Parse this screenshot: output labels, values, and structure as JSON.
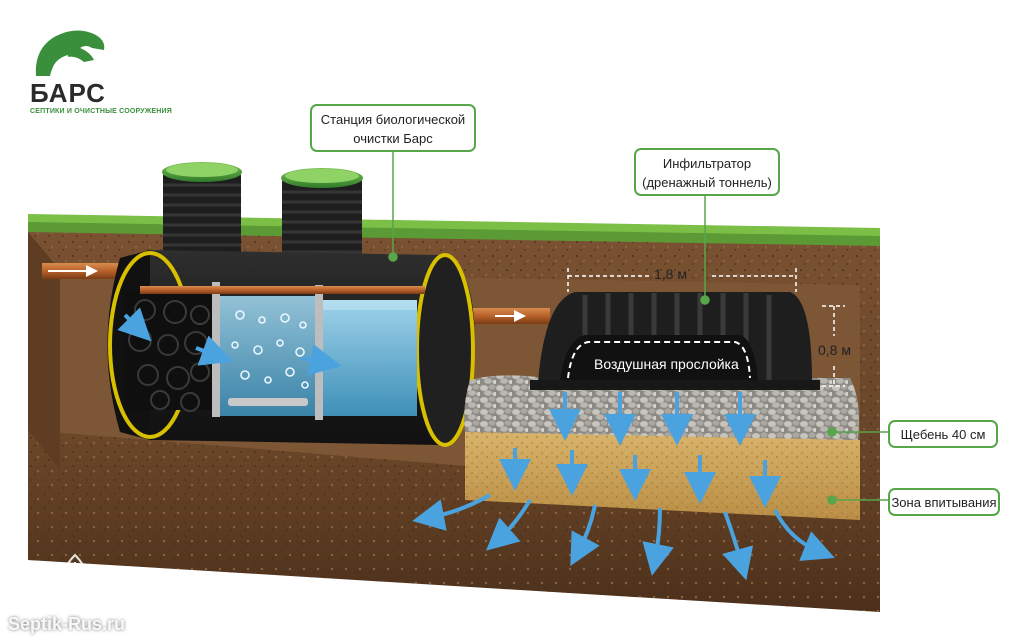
{
  "logo": {
    "name": "БАРС",
    "tagline": "СЕПТИКИ И ОЧИСТНЫЕ СООРУЖЕНИЯ",
    "color": "#3a8f3c"
  },
  "callouts": {
    "station": [
      "Станция биологической",
      "очистки Барс"
    ],
    "infiltrator": [
      "Инфильтратор",
      "(дренажный тоннель)"
    ],
    "gravel": "Щебень 40 см",
    "absorption": "Зона впитывания"
  },
  "dimensions": {
    "length": "1,8 м",
    "height": "0,8 м"
  },
  "air_gap_label": "Воздушная прослойка",
  "watermark": "Septik-Rus.ru",
  "colors": {
    "accent": "#57a64a",
    "flow_arrow": "#4aa3df",
    "soil": "#6e4a2c",
    "grass": "#5c9a35"
  }
}
